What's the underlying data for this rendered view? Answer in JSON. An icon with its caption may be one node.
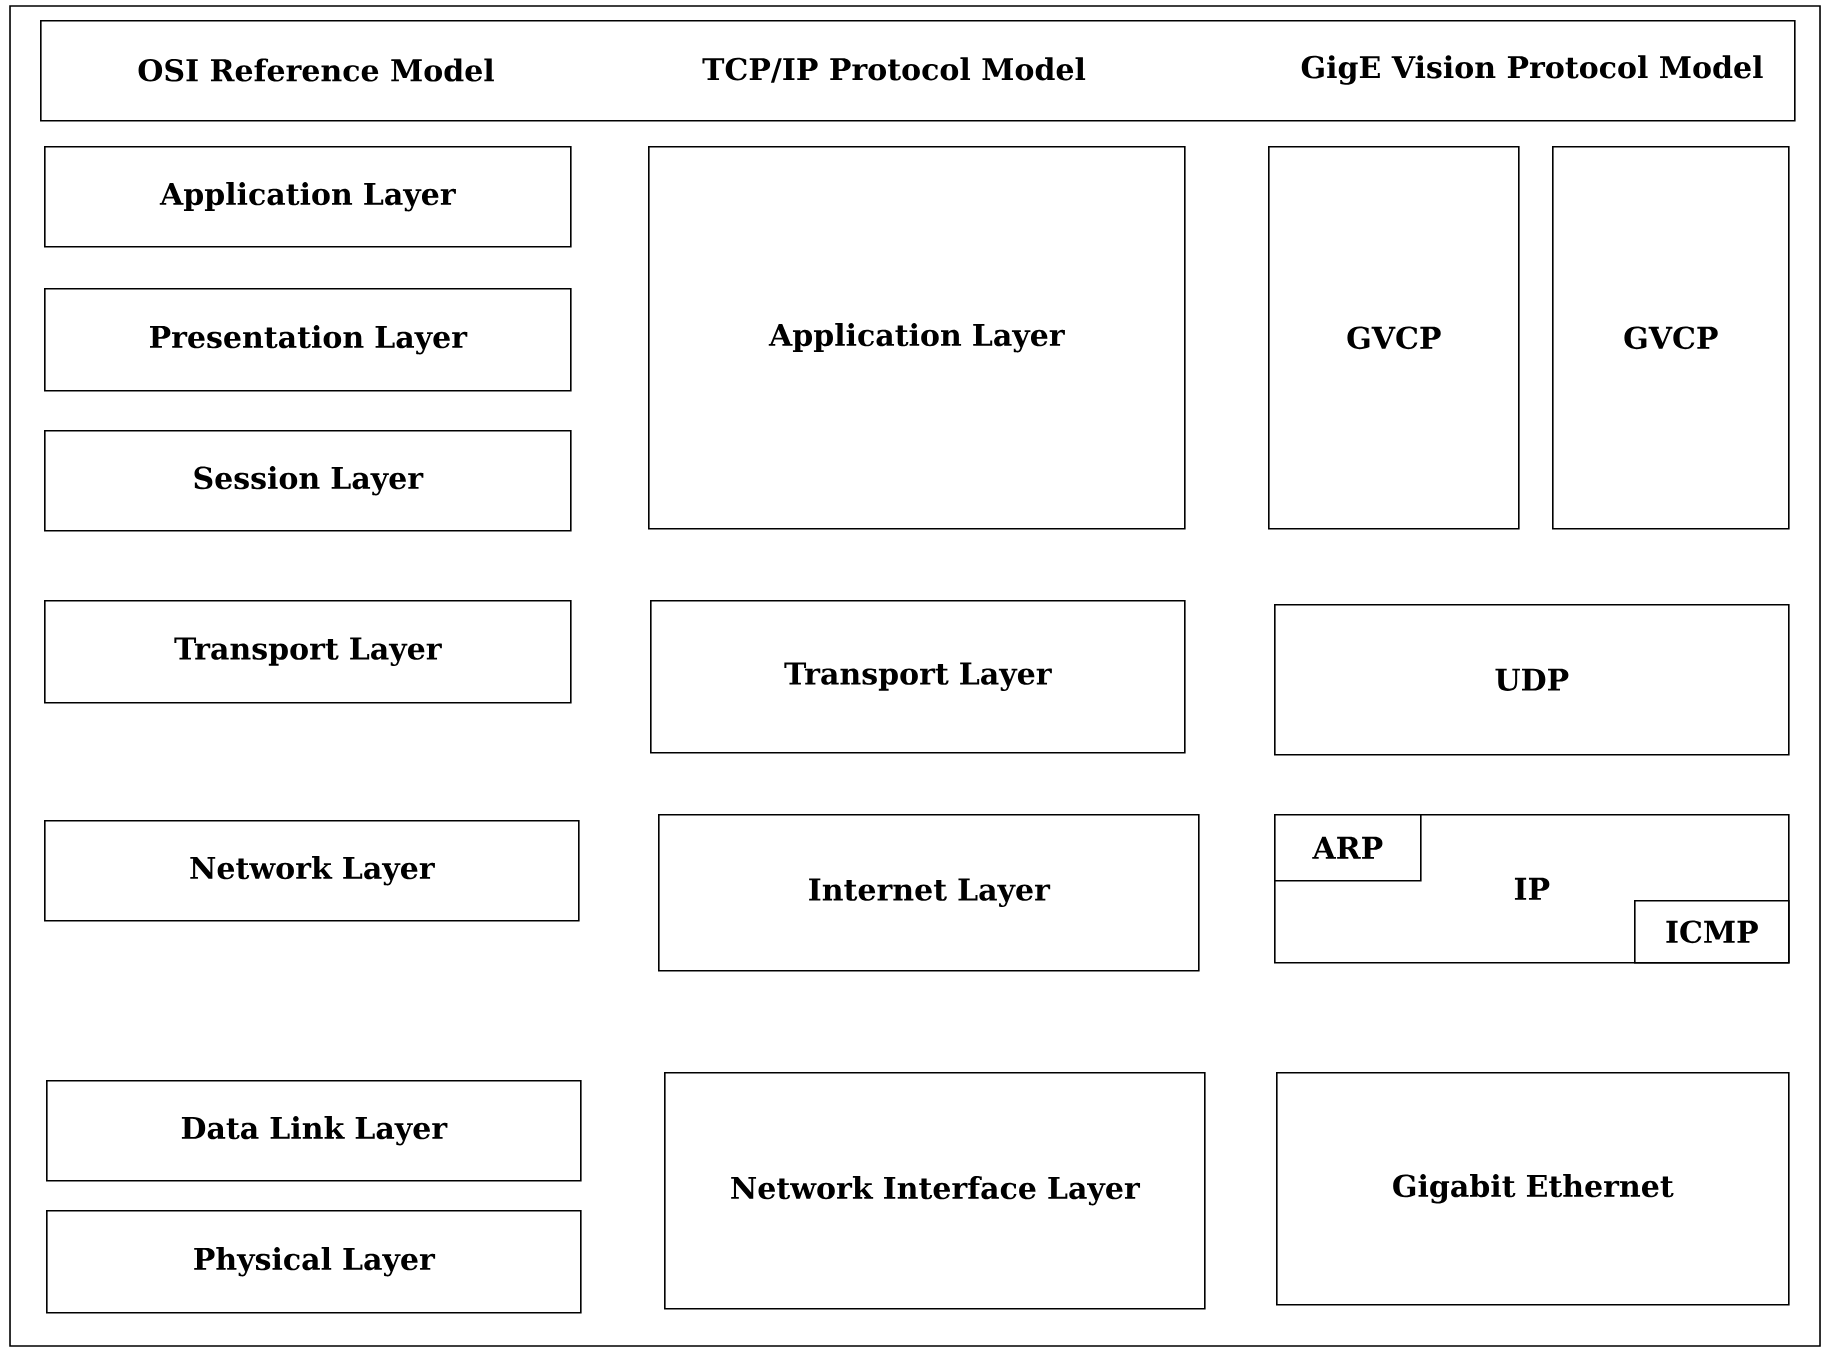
{
  "diagram": {
    "nodes": [
      {
        "text": [
          "OSI Reference Model",
          "TCP/IP Protocol Model",
          "GigE Vision Protocol Model"
        ]
      },
      {
        "text": [
          "Application Layer"
        ]
      },
      {
        "text": [
          "Presentation Layer"
        ]
      },
      {
        "text": [
          "Session Layer"
        ]
      },
      {
        "text": [
          "Transport Layer"
        ]
      },
      {
        "text": [
          "Network Layer"
        ]
      },
      {
        "text": [
          "Data Link Layer"
        ]
      },
      {
        "text": [
          "Physical Layer"
        ]
      },
      {
        "text": [
          "Application Layer"
        ]
      },
      {
        "text": [
          "Transport Layer"
        ]
      },
      {
        "text": [
          "Internet Layer"
        ]
      },
      {
        "text": [
          "Network Interface Layer"
        ]
      },
      {
        "text": [
          "GVCP"
        ]
      },
      {
        "text": [
          "GVCP"
        ]
      },
      {
        "text": [
          "UDP"
        ]
      },
      {
        "text": [
          "IP"
        ]
      },
      {
        "text": [
          "ARP"
        ],
        "in": 15
      },
      {
        "text": [
          "ICMP"
        ],
        "in": 15
      },
      {
        "text": [
          "Gigabit Ethernet"
        ]
      }
    ]
  }
}
